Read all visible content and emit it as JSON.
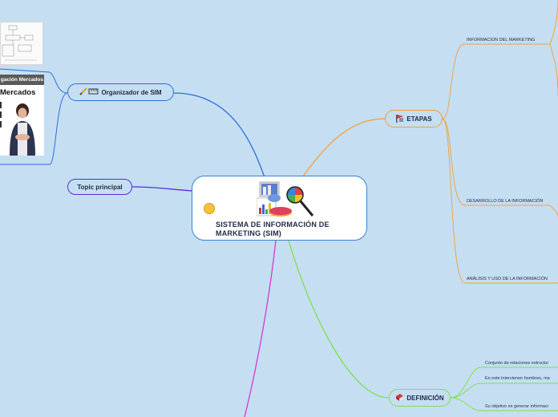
{
  "central": {
    "title": "SISTEMA DE INFORMACIÓN DE MARKETING (SIM)"
  },
  "nodes": {
    "organizador": "Organizador de SIM",
    "topic_principal": "Topic principal",
    "etapas": "ETAPAS",
    "definicion": "DEFINICIÓN"
  },
  "etapas_children": [
    "INFORMACION DEL MARKETING",
    "DESARROLLO DE LA INFORMACIÓN",
    "ANÁLISIS Y USO DE LA INFORMACIÓN"
  ],
  "definicion_children": [
    "Conjunto de relaciones estructur",
    "En este intervienen hombres, ma",
    "Su objetivo es generar informaci"
  ],
  "organizador_image": {
    "banner": "gación Mercados",
    "heading": "Mercados"
  },
  "colors": {
    "background": "#c5def2",
    "blue_branch": "#2f6fd6",
    "purple_branch": "#5a2fd6",
    "orange_branch": "#f2a035",
    "green_branch": "#7fe04a",
    "magenta_branch": "#d63ad6"
  },
  "icons": [
    "pencil-ruler-icon",
    "emoji-smile-icon",
    "flag-icon",
    "book-icon",
    "chart-collage-icon"
  ]
}
